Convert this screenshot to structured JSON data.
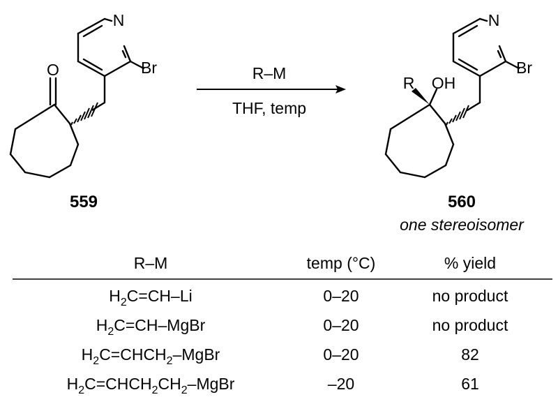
{
  "scheme": {
    "reagent": "R–M",
    "conditions": "THF, temp",
    "reactant": {
      "label": "559",
      "atoms": {
        "n": "N",
        "br": "Br",
        "o": "O"
      }
    },
    "product": {
      "label": "560",
      "note": "one stereoisomer",
      "atoms": {
        "n": "N",
        "br": "Br",
        "r": "R",
        "oh": "OH"
      }
    }
  },
  "table": {
    "headers": {
      "rm": "R–M",
      "temp": "temp (°C)",
      "yield": "% yield"
    },
    "rows": [
      {
        "rm": [
          "H",
          "2",
          "C=CH–Li"
        ],
        "temp": "0–20",
        "yield": "no product"
      },
      {
        "rm": [
          "H",
          "2",
          "C=CH–MgBr"
        ],
        "temp": "0–20",
        "yield": "no product"
      },
      {
        "rm": [
          "H",
          "2",
          "C=CHCH",
          "2",
          "–MgBr"
        ],
        "temp": "0–20",
        "yield": "82"
      },
      {
        "rm": [
          "H",
          "2",
          "C=CHCH",
          "2",
          "CH",
          "2",
          "–MgBr"
        ],
        "temp": "–20",
        "yield": "61"
      }
    ]
  }
}
